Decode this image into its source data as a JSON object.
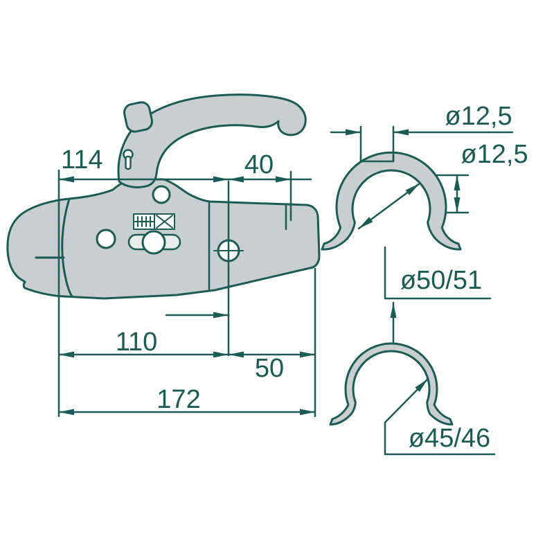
{
  "diagram": {
    "type": "technical-drawing",
    "subject": "trailer coupling head with clamp shell cross-sections",
    "colors": {
      "line": "#1a5b55",
      "body_fill": "#c9ced2",
      "background": "#ffffff"
    },
    "dims": {
      "d114": "114",
      "d40": "40",
      "d110": "110",
      "d50": "50",
      "d172": "172",
      "d12a": "ø12,5",
      "d12b": "ø12,5",
      "d5051": "ø50/51",
      "d4546": "ø45/46"
    }
  }
}
